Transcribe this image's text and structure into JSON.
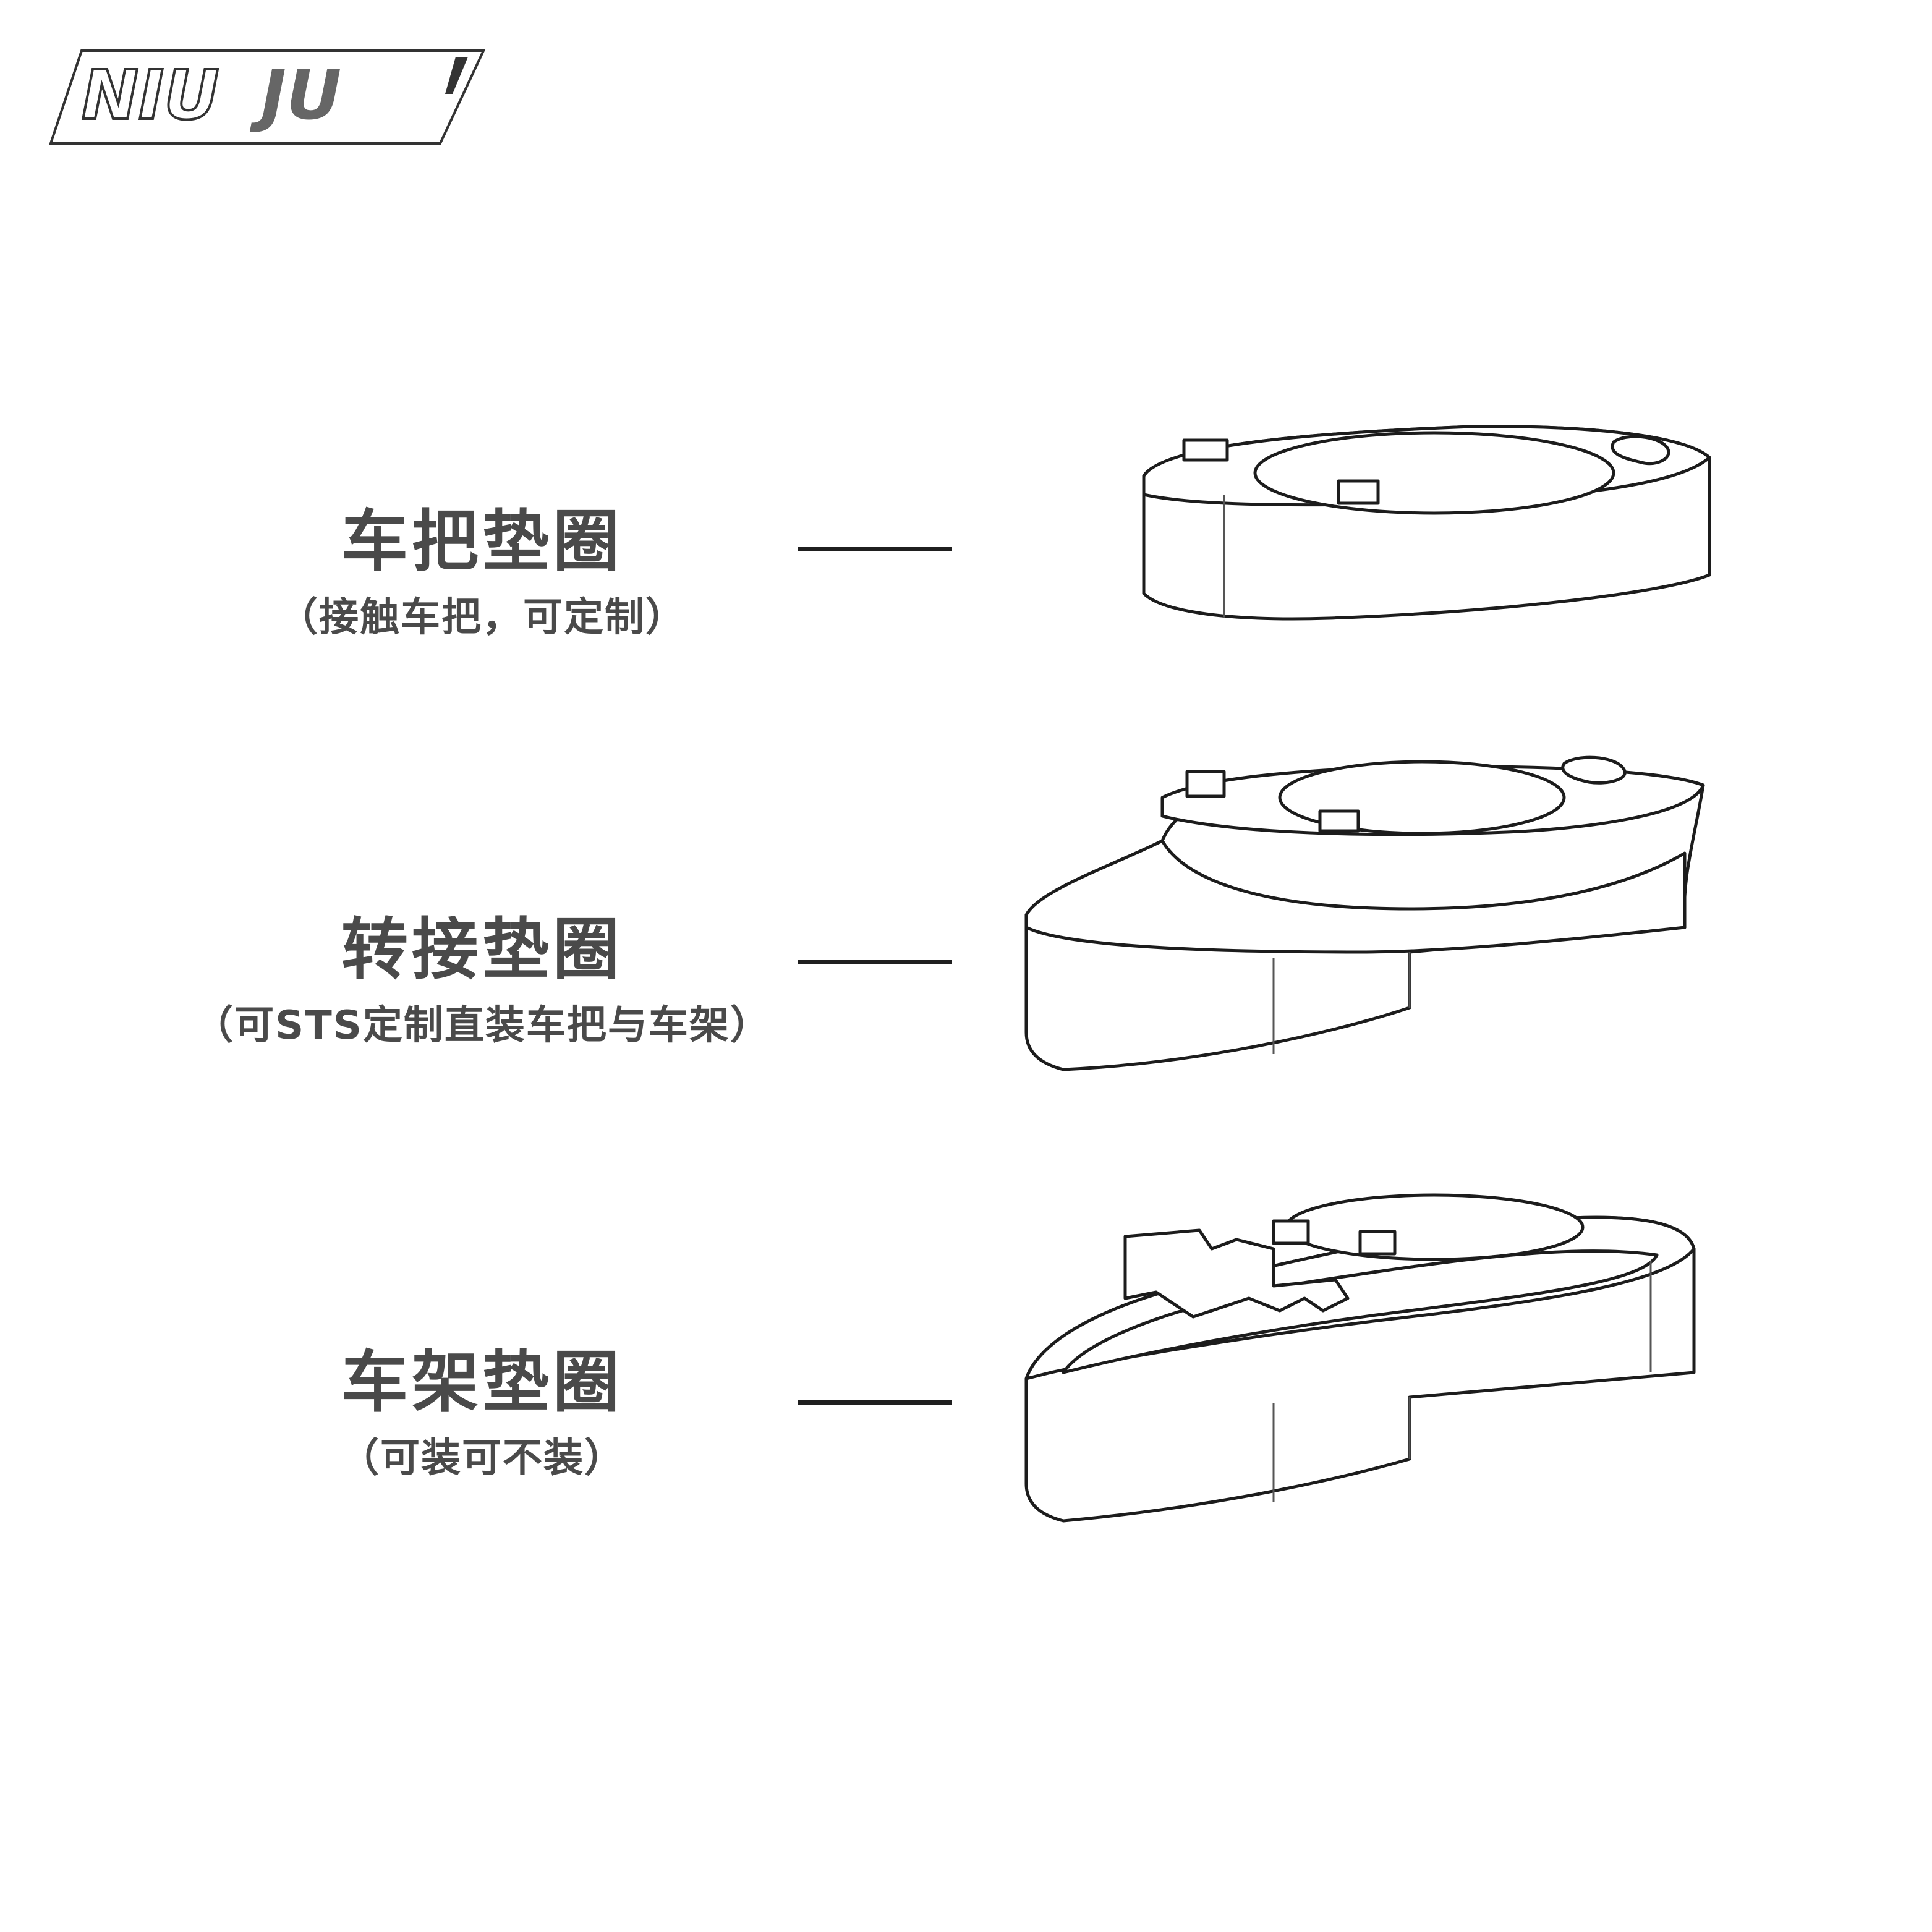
{
  "brand": {
    "logo_text_left": "NIU",
    "logo_text_right": "JU"
  },
  "parts": [
    {
      "title": "车把垫圈",
      "subtitle": "（接触车把，可定制）"
    },
    {
      "title": "转接垫圈",
      "subtitle": "（可STS定制直装车把与车架）"
    },
    {
      "title": "车架垫圈",
      "subtitle": "（可装可不装）"
    }
  ]
}
